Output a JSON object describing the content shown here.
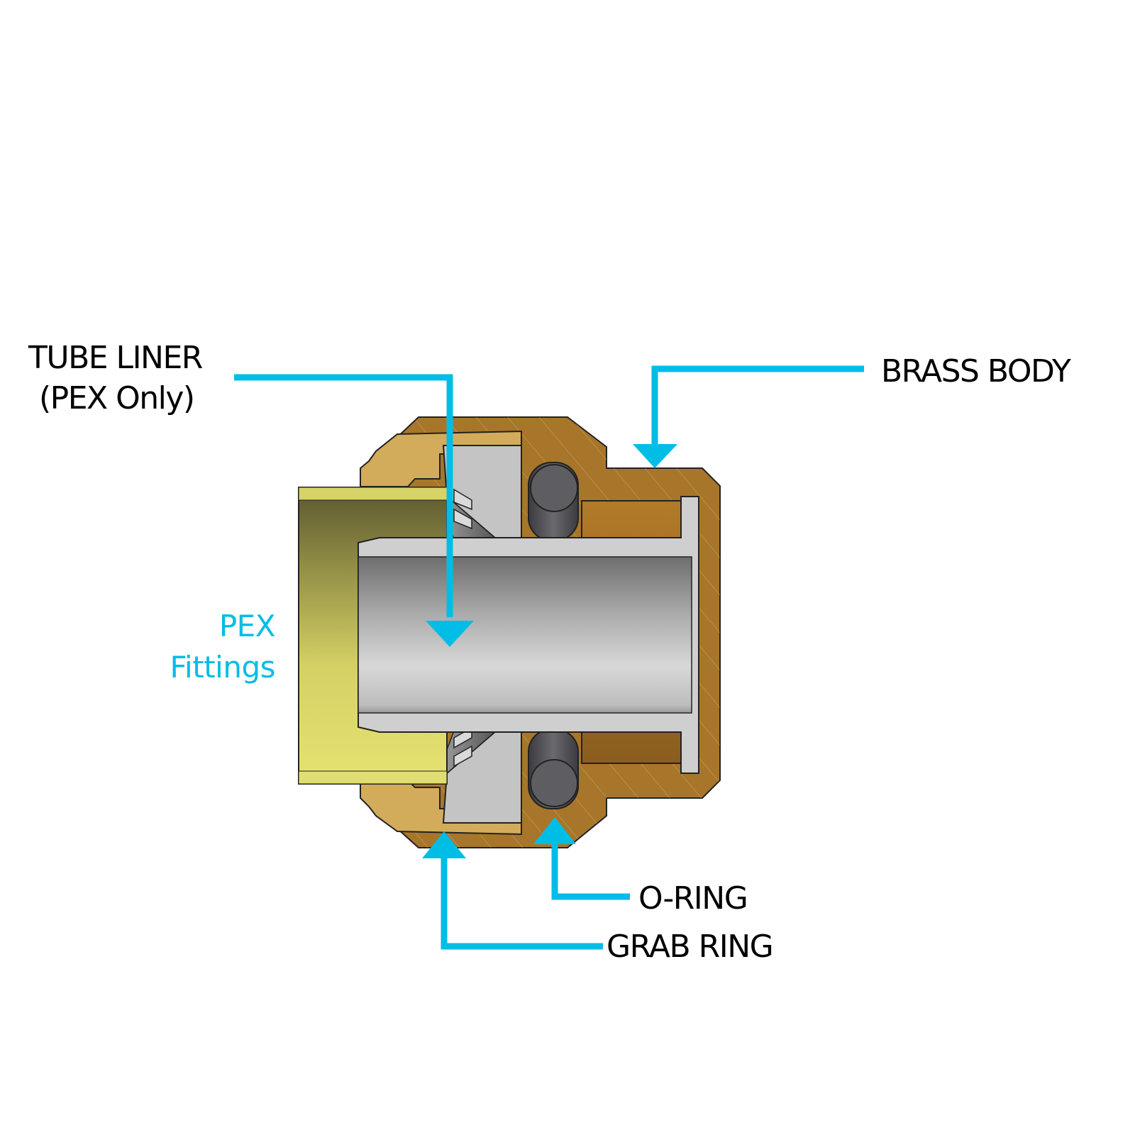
{
  "diagram": {
    "title": "Push-to-connect fitting cross-section",
    "accent_color": "#00BDE6",
    "labels": {
      "tube_liner_line1": "TUBE LINER",
      "tube_liner_line2": "(PEX Only)",
      "brass_body": "BRASS BODY",
      "pex_fittings_line1": "PEX",
      "pex_fittings_line2": "Fittings",
      "o_ring": "O-RING",
      "grab_ring": "GRAB RING"
    },
    "colors": {
      "brass_dark": "#A8762A",
      "brass_light": "#D2AC5A",
      "pex_yellow": "#E3E06A",
      "pex_dark": "#5E5A2E",
      "liner_silver": "#C8C8C8",
      "grab_ring_grey": "#8A8A8A",
      "o_ring_grey": "#5A5A5E",
      "outline": "#222222",
      "label_text": "#000000"
    }
  }
}
